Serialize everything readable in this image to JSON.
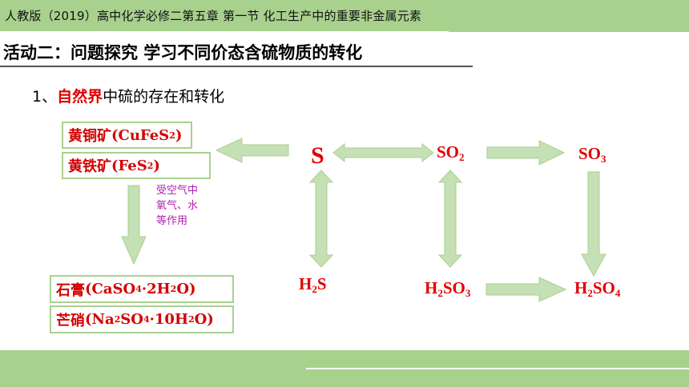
{
  "header": {
    "title": "人教版（2019）高中化学必修二第五章 第一节  化工生产中的重要非金属元素"
  },
  "section": {
    "title": "活动二：问题探究  学习不同价态含硫物质的转化"
  },
  "subtitle": {
    "prefix": "1、",
    "highlight": "自然界",
    "suffix": "中硫的存在和转化"
  },
  "minerals": {
    "chalcopyrite": {
      "cn": "黄铜矿",
      "open": "(CuFeS",
      "sub": "2",
      "close": ")"
    },
    "pyrite": {
      "cn": "黄铁矿",
      "open": "(FeS",
      "sub": "2",
      "close": ")"
    },
    "gypsum": {
      "cn": "石膏",
      "open": "(CaSO",
      "sub1": "4",
      "mid": "·2H",
      "sub2": "2",
      "close": "O)"
    },
    "mirabilite": {
      "cn": "芒硝",
      "open": "(Na",
      "sub1": "2",
      "mid1": "SO",
      "sub2": "4",
      "mid2": "·10H",
      "sub3": "2",
      "close": "O)"
    }
  },
  "side_note": {
    "text": "受空气中氧气、水等作用"
  },
  "species": {
    "s": {
      "main": "S"
    },
    "so2": {
      "main": "SO",
      "sub": "2"
    },
    "so3": {
      "main": "SO",
      "sub": "3"
    },
    "h2s": {
      "a": "H",
      "sub": "2",
      "b": "S"
    },
    "h2so3": {
      "a": "H",
      "sub1": "2",
      "b": "SO",
      "sub2": "3"
    },
    "h2so4": {
      "a": "H",
      "sub1": "2",
      "b": "SO",
      "sub2": "4"
    }
  },
  "colors": {
    "accent_green": "#a9d18e",
    "arrow_fill": "#c5e0b4",
    "arrow_stroke": "#a9d18e",
    "species_red": "#e00000",
    "note_purple": "#b020b0"
  }
}
